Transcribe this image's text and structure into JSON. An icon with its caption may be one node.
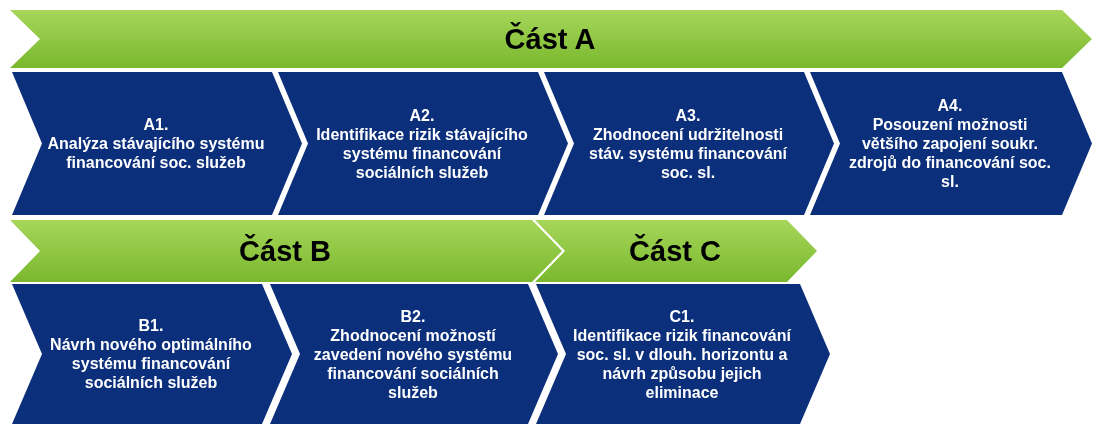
{
  "diagram": {
    "nodes": [
      {
        "text": [
          "Část A"
        ]
      },
      {
        "text": [
          "A1.",
          "Analýza stávajícího systému financování soc. služeb"
        ]
      },
      {
        "text": [
          "A2.",
          "Identifikace rizik stávajícího systému financování sociálních služeb"
        ]
      },
      {
        "text": [
          "A3.",
          "Zhodnocení udržitelnosti stáv. systému financování soc. sl."
        ]
      },
      {
        "text": [
          "A4.",
          "Posouzení možnosti většího zapojení soukr. zdrojů do financování soc. sl."
        ]
      },
      {
        "text": [
          "Část B"
        ]
      },
      {
        "text": [
          "Část C"
        ]
      },
      {
        "text": [
          "B1.",
          "Návrh nového optimálního systému financování sociálních služeb"
        ]
      },
      {
        "text": [
          "B2.",
          "Zhodnocení možností zavedení nového systému financování sociálních služeb"
        ]
      },
      {
        "text": [
          "C1.",
          "Identifikace rizik financování soc. sl. v dlouh. horizontu a návrh způsobu jejich eliminace"
        ]
      }
    ]
  }
}
